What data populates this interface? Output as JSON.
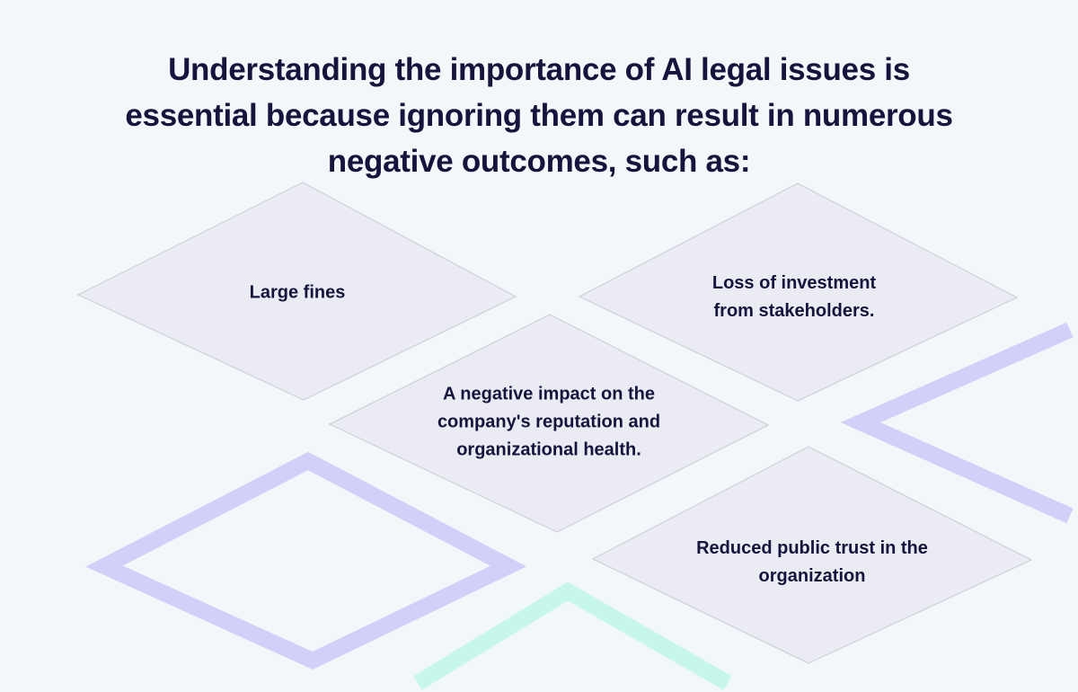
{
  "title_lines": [
    "Understanding the importance of AI legal issues is",
    "essential because ignoring them can result in numerous",
    "negative outcomes, such as:"
  ],
  "items": [
    {
      "lines": [
        "Large fines"
      ]
    },
    {
      "lines": [
        "Loss of investment",
        "from stakeholders."
      ]
    },
    {
      "lines": [
        "A negative impact on the",
        "company's reputation and",
        "organizational health."
      ]
    },
    {
      "lines": [
        "Reduced public trust in the",
        "organization"
      ]
    }
  ],
  "colors": {
    "background": "#f2f7f9",
    "diamond_fill": "#ebebf4",
    "diamond_stroke": "#cfcfdc",
    "text": "#14143c",
    "accent_purple": "#d0d0f8",
    "accent_green": "#c6f7ea"
  }
}
